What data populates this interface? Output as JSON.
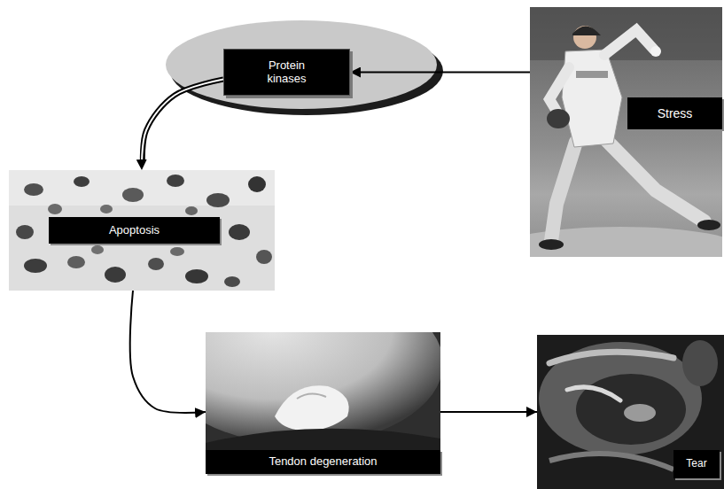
{
  "diagram": {
    "nodes": [
      {
        "text": [
          "Protein kinases"
        ]
      },
      {
        "text": [
          "Stress"
        ]
      },
      {
        "text": [
          "Apoptosis"
        ]
      },
      {
        "text": [
          "Tendon degeneration"
        ]
      },
      {
        "text": [
          "Tear"
        ]
      }
    ],
    "edges": [
      {
        "from": 1,
        "to": 0,
        "arrow": "to"
      },
      {
        "from": 0,
        "to": 2,
        "arrow": "to"
      },
      {
        "from": 2,
        "to": 3,
        "arrow": "to"
      },
      {
        "from": 3,
        "to": 4,
        "arrow": "to"
      }
    ]
  }
}
